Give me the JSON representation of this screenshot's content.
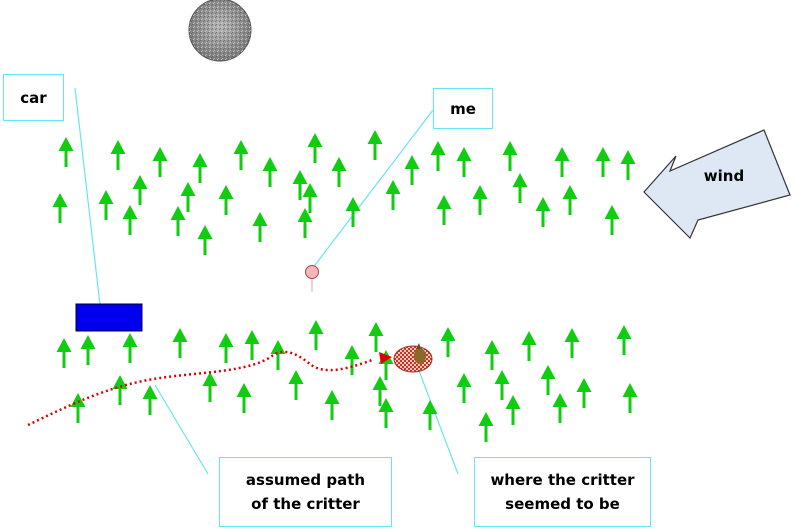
{
  "labels": {
    "car": "car",
    "me": "me",
    "wind": "wind",
    "assumed_path_line1": "assumed path",
    "assumed_path_line2": "of the critter",
    "critter_line1": "where the critter",
    "critter_line2": "seemed to be"
  },
  "colors": {
    "tree": "#11cc11",
    "car": "#0000ee",
    "callout_border": "#66e6ee",
    "callout_line": "#66e6ee",
    "path": "#dd0000",
    "me_marker": "#f4b8b8",
    "wind_arrow_fill": "#dde8f4",
    "moon": "#8a8a8a",
    "critter_spot": "#d06050",
    "critter": "#8a6a2a"
  },
  "icons": {
    "tree": "tree-icon",
    "moon": "moon-icon",
    "car": "car-icon",
    "me": "person-marker-icon",
    "wind": "wind-arrow-icon",
    "critter": "critter-icon"
  }
}
